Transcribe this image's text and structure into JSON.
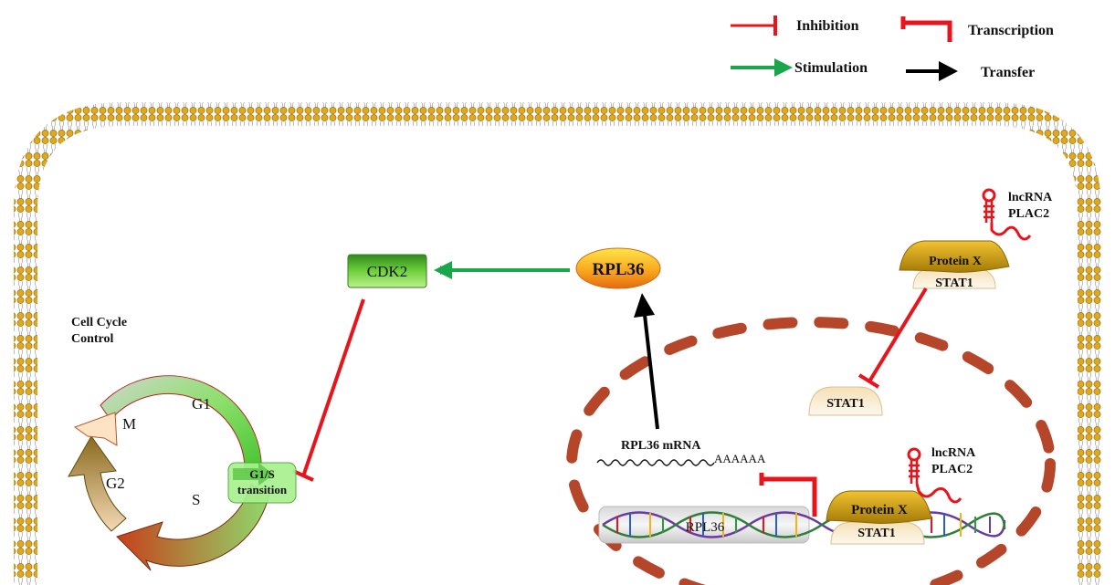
{
  "legend": {
    "inhibition": "Inhibition",
    "transcription": "Transcription",
    "stimulation": "Stimulation",
    "transfer": "Transfer"
  },
  "nodes": {
    "cdk2": "CDK2",
    "rpl36": "RPL36",
    "protein_x_top": "Protein X",
    "stat1_top": "STAT1",
    "lncrna_top_line1": "lncRNA",
    "lncrna_top_line2": "PLAC2",
    "stat1_nucleus": "STAT1",
    "rpl36_mrna": "RPL36 mRNA",
    "poly_a": "AAAAAA",
    "rpl36_gene": "RPL36",
    "protein_x_bottom": "Protein X",
    "stat1_bottom": "STAT1",
    "lncrna_bottom_line1": "lncRNA",
    "lncrna_bottom_line2": "PLAC2"
  },
  "cell_cycle": {
    "title_line1": "Cell Cycle",
    "title_line2": "Control",
    "g1": "G1",
    "m": "M",
    "g2": "G2",
    "s": "S",
    "transition_line1": "G1/S",
    "transition_line2": "transition"
  },
  "colors": {
    "inhibition": "#e8141b",
    "stimulation": "#1aa64b",
    "transfer": "#000000",
    "membrane_head": "#d9a41c",
    "nuclear_envelope": "#b5462a"
  }
}
